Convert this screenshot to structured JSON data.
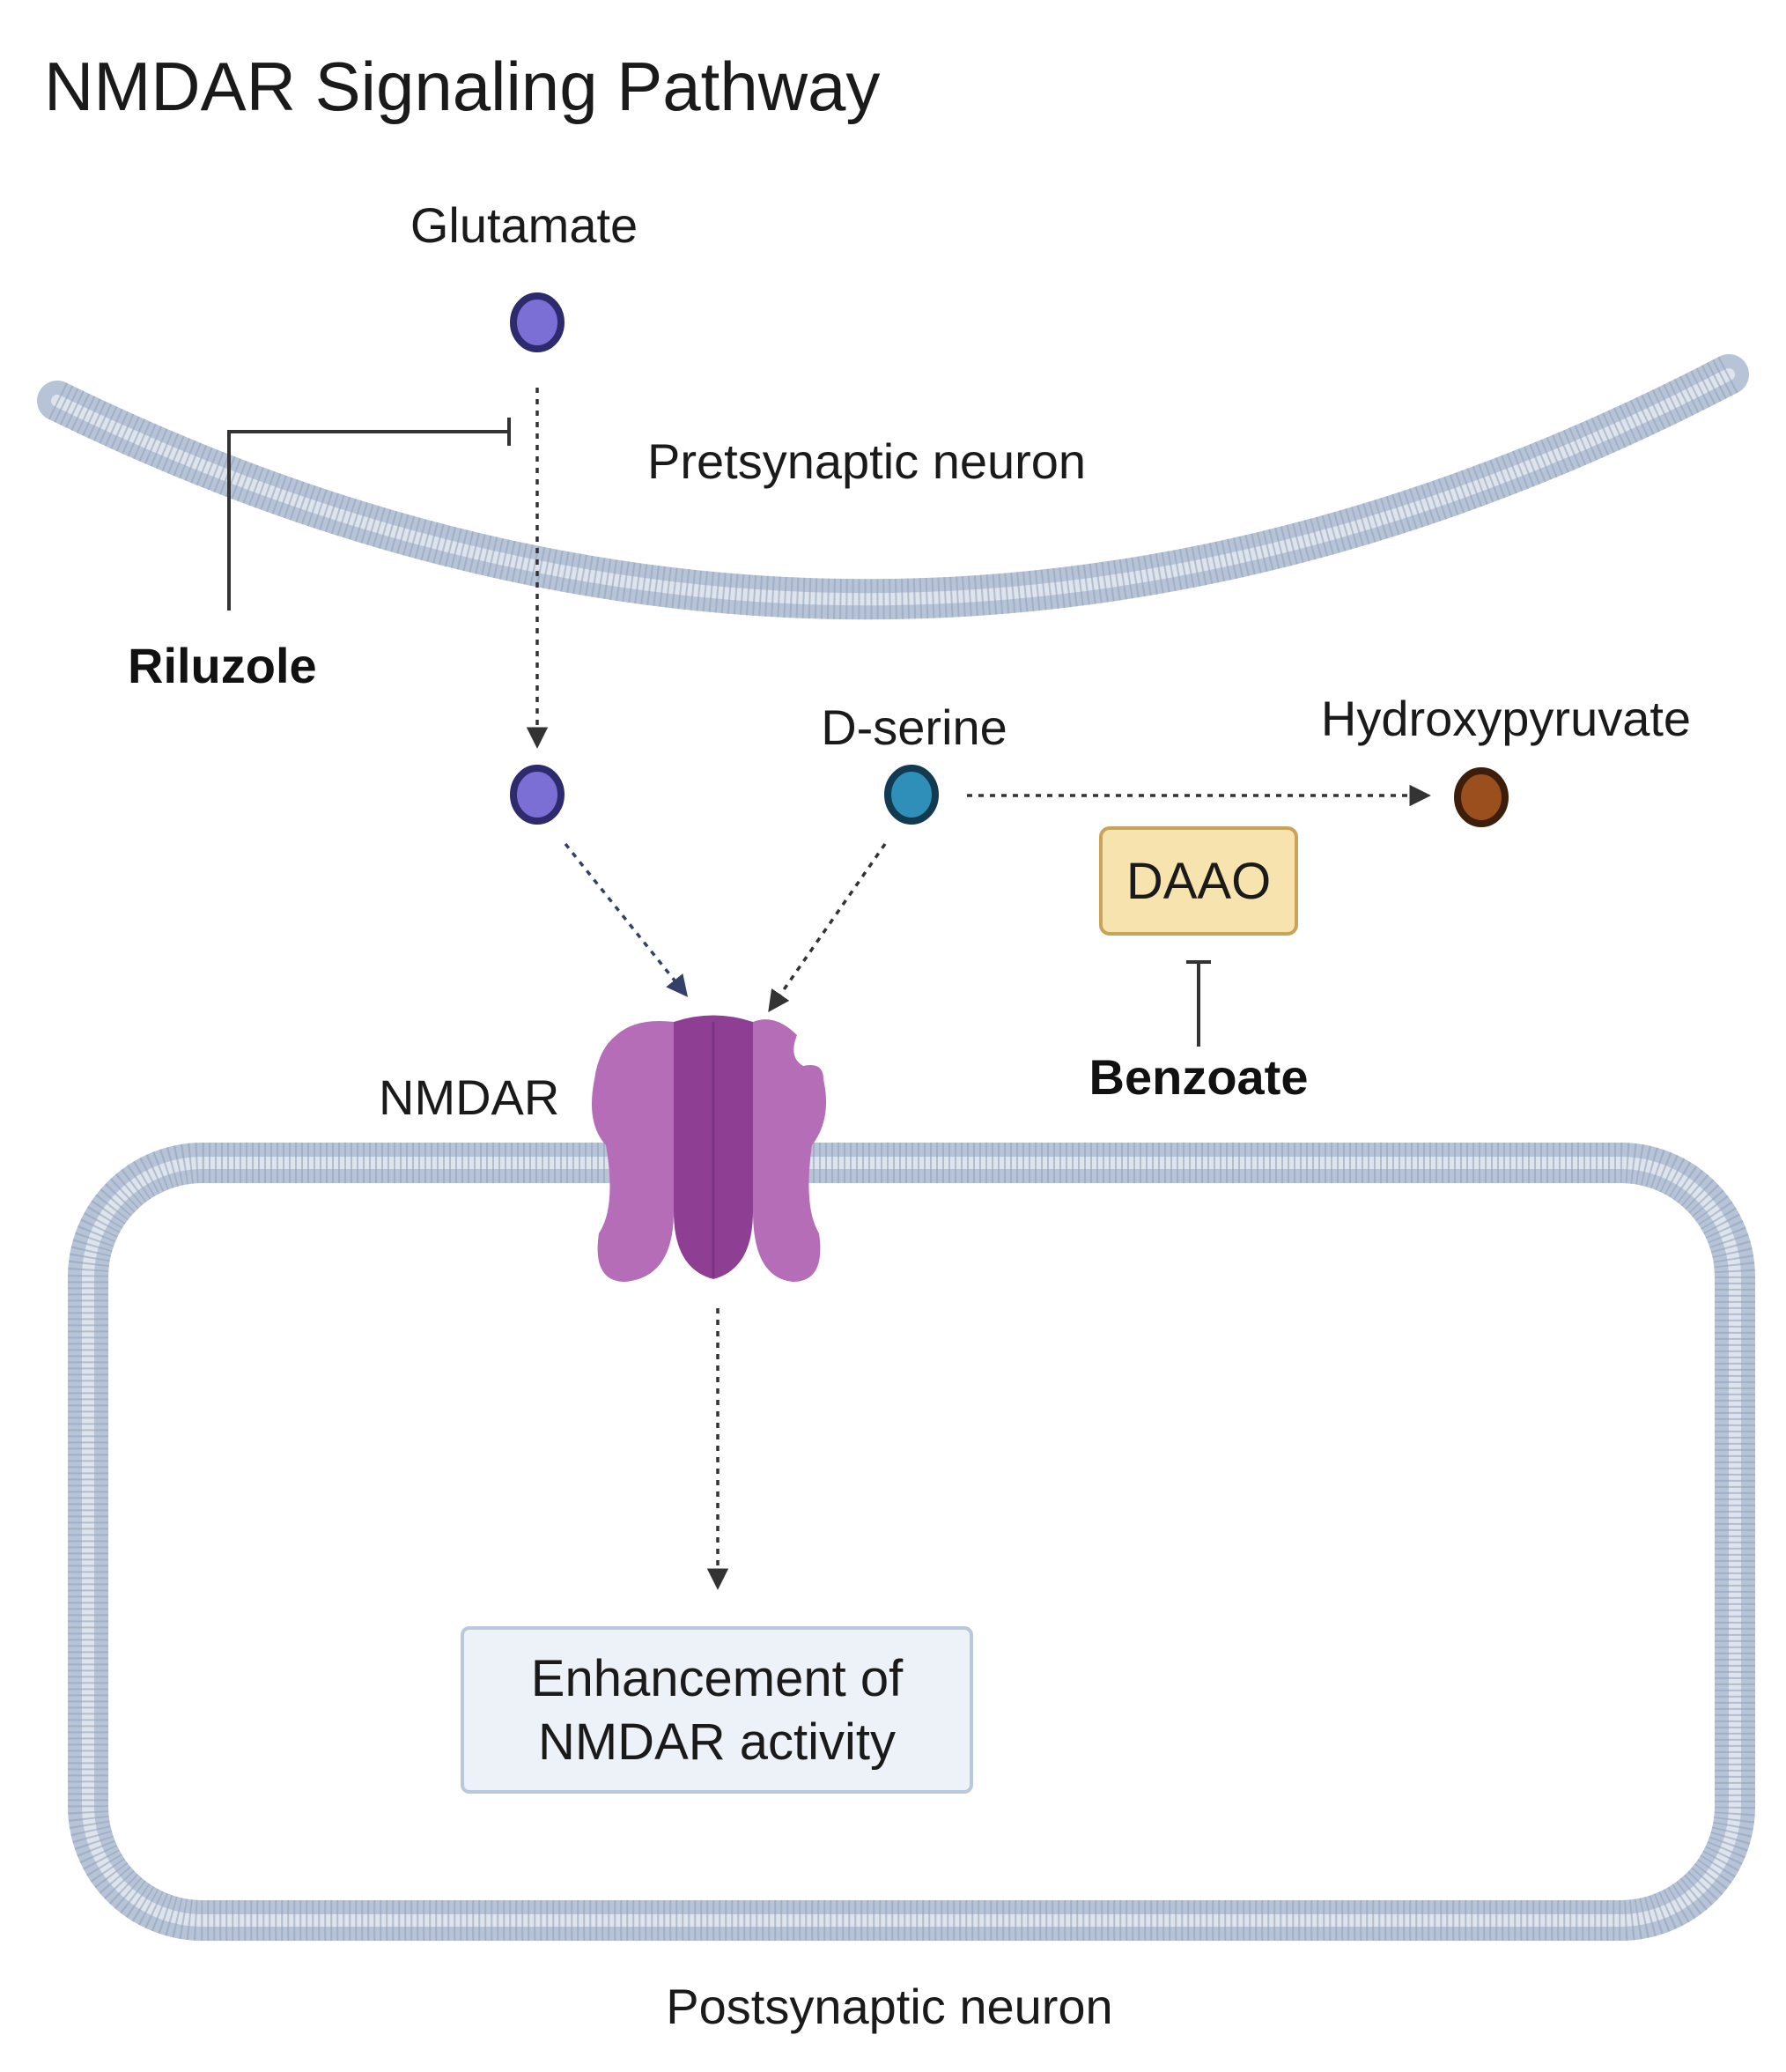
{
  "title": "NMDAR Signaling Pathway",
  "labels": {
    "glutamate": "Glutamate",
    "presynaptic": "Pretsynaptic neuron",
    "riluzole": "Riluzole",
    "d_serine": "D-serine",
    "hydroxypyruvate": "Hydroxypyruvate",
    "daao": "DAAO",
    "benzoate": "Benzoate",
    "nmdar": "NMDAR",
    "enhancement_line1": "Enhancement of",
    "enhancement_line2": "NMDAR activity",
    "postsynaptic": "Postsynaptic neuron"
  },
  "colors": {
    "glutamate": "#7b6fd6",
    "glutamate_ring": "#2e2a6e",
    "d_serine": "#2f8fb8",
    "d_serine_ring": "#123b52",
    "hydroxypyruvate": "#9c4f1e",
    "hydroxypyruvate_ring": "#3d1e0a",
    "nmdar": "#b66db8",
    "nmdar_dark": "#8e3f93",
    "membrane": "#b7c3d6",
    "daao_fill": "#f7e3ad",
    "daao_border": "#c9a35a",
    "enhancement_fill": "#edf2f8",
    "enhancement_border": "#b9c8dc",
    "arrow": "#333333",
    "arrow_blue": "#34406a"
  }
}
